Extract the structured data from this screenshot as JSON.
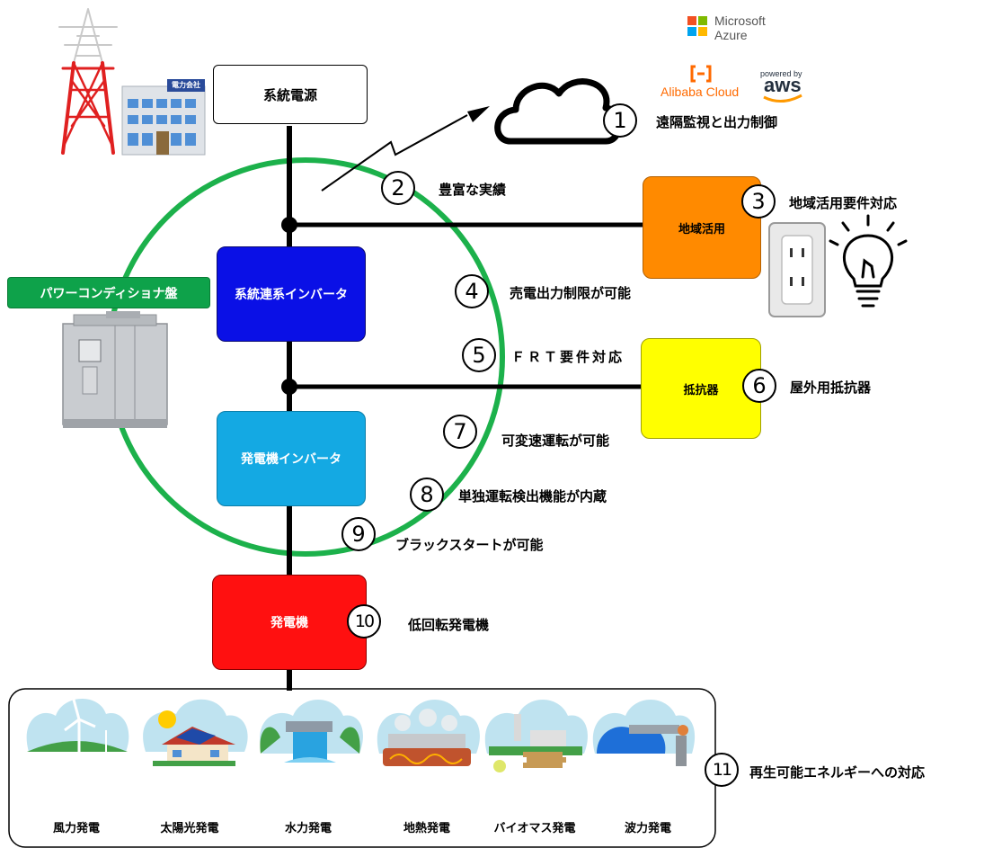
{
  "grid_power": "系統電源",
  "pcs_panel": "パワーコンディショナ盤",
  "grid_inverter": "系統連系インバータ",
  "gen_inverter": "発電機インバータ",
  "generator": "発電機",
  "local_use": "地域活用",
  "resistor": "抵抗器",
  "company_sign": "電力会社",
  "cloud_logos": {
    "microsoft": "Microsoft",
    "azure": "Azure",
    "alibaba": "Alibaba Cloud",
    "powered_by": "powered by",
    "aws": "aws"
  },
  "features": [
    {
      "num": "1",
      "label": "遠隔監視と出力制御"
    },
    {
      "num": "2",
      "label": "豊富な実績"
    },
    {
      "num": "3",
      "label": "地域活用要件対応"
    },
    {
      "num": "4",
      "label": "売電出力制限が可能"
    },
    {
      "num": "5",
      "label": "ＦＲＴ要件対応"
    },
    {
      "num": "6",
      "label": "屋外用抵抗器"
    },
    {
      "num": "7",
      "label": "可変速運転が可能"
    },
    {
      "num": "8",
      "label": "単独運転検出機能が内蔵"
    },
    {
      "num": "9",
      "label": "ブラックスタートが可能"
    },
    {
      "num": "10",
      "label": "低回転発電機"
    },
    {
      "num": "11",
      "label": "再生可能エネルギーへの対応"
    }
  ],
  "sources": [
    {
      "label": "風力発電",
      "icon": "wind-turbine-icon"
    },
    {
      "label": "太陽光発電",
      "icon": "solar-house-icon"
    },
    {
      "label": "水力発電",
      "icon": "dam-icon"
    },
    {
      "label": "地熱発電",
      "icon": "geothermal-plant-icon"
    },
    {
      "label": "バイオマス発電",
      "icon": "biomass-plant-icon"
    },
    {
      "label": "波力発電",
      "icon": "wave-power-icon"
    }
  ],
  "colors": {
    "green_ring": "#1cb14b",
    "grid_inverter": "#0a10e6",
    "gen_inverter": "#14a9e3",
    "generator": "#ff1010",
    "local_use": "#ff8a00",
    "resistor": "#ffff00",
    "pcs_label": "#0ea24a"
  }
}
